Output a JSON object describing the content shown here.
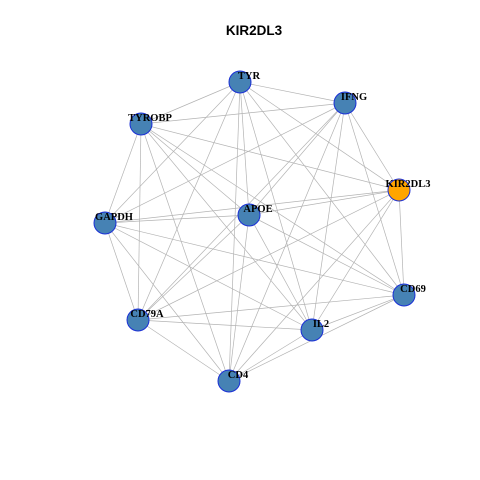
{
  "graph": {
    "title": "KIR2DL3",
    "colors": {
      "node_default": "#4682b4",
      "node_highlight": "#ffa500",
      "node_border": "#1a2fd6",
      "edge": "#b3b3b3"
    },
    "nodes": [
      {
        "id": "TYR",
        "label": "TYR",
        "highlight": false
      },
      {
        "id": "IFNG",
        "label": "IFNG",
        "highlight": false
      },
      {
        "id": "KIR2DL3",
        "label": "KIR2DL3",
        "highlight": true
      },
      {
        "id": "CD69",
        "label": "CD69",
        "highlight": false
      },
      {
        "id": "IL2",
        "label": "IL2",
        "highlight": false
      },
      {
        "id": "CD4",
        "label": "CD4",
        "highlight": false
      },
      {
        "id": "CD79A",
        "label": "CD79A",
        "highlight": false
      },
      {
        "id": "GAPDH",
        "label": "GAPDH",
        "highlight": false
      },
      {
        "id": "TYROBP",
        "label": "TYROBP",
        "highlight": false
      },
      {
        "id": "APOE",
        "label": "APOE",
        "highlight": false
      }
    ],
    "edges": [
      [
        "TYR",
        "IFNG"
      ],
      [
        "TYR",
        "TYROBP"
      ],
      [
        "TYR",
        "GAPDH"
      ],
      [
        "TYR",
        "APOE"
      ],
      [
        "TYR",
        "KIR2DL3"
      ],
      [
        "TYR",
        "CD69"
      ],
      [
        "TYR",
        "IL2"
      ],
      [
        "TYR",
        "CD4"
      ],
      [
        "TYR",
        "CD79A"
      ],
      [
        "IFNG",
        "TYROBP"
      ],
      [
        "IFNG",
        "KIR2DL3"
      ],
      [
        "IFNG",
        "APOE"
      ],
      [
        "IFNG",
        "GAPDH"
      ],
      [
        "IFNG",
        "CD69"
      ],
      [
        "IFNG",
        "IL2"
      ],
      [
        "IFNG",
        "CD4"
      ],
      [
        "IFNG",
        "CD79A"
      ],
      [
        "TYROBP",
        "KIR2DL3"
      ],
      [
        "TYROBP",
        "GAPDH"
      ],
      [
        "TYROBP",
        "CD79A"
      ],
      [
        "TYROBP",
        "CD4"
      ],
      [
        "TYROBP",
        "IL2"
      ],
      [
        "TYROBP",
        "APOE"
      ],
      [
        "TYROBP",
        "CD69"
      ],
      [
        "KIR2DL3",
        "APOE"
      ],
      [
        "KIR2DL3",
        "GAPDH"
      ],
      [
        "KIR2DL3",
        "CD69"
      ],
      [
        "KIR2DL3",
        "IL2"
      ],
      [
        "KIR2DL3",
        "CD4"
      ],
      [
        "KIR2DL3",
        "CD79A"
      ],
      [
        "GAPDH",
        "APOE"
      ],
      [
        "GAPDH",
        "CD79A"
      ],
      [
        "GAPDH",
        "CD4"
      ],
      [
        "GAPDH",
        "IL2"
      ],
      [
        "GAPDH",
        "CD69"
      ],
      [
        "APOE",
        "CD79A"
      ],
      [
        "APOE",
        "CD4"
      ],
      [
        "APOE",
        "IL2"
      ],
      [
        "APOE",
        "CD69"
      ],
      [
        "CD79A",
        "CD4"
      ],
      [
        "CD79A",
        "IL2"
      ],
      [
        "CD79A",
        "CD69"
      ],
      [
        "CD69",
        "IL2"
      ],
      [
        "CD69",
        "CD4"
      ],
      [
        "IL2",
        "CD4"
      ]
    ]
  }
}
